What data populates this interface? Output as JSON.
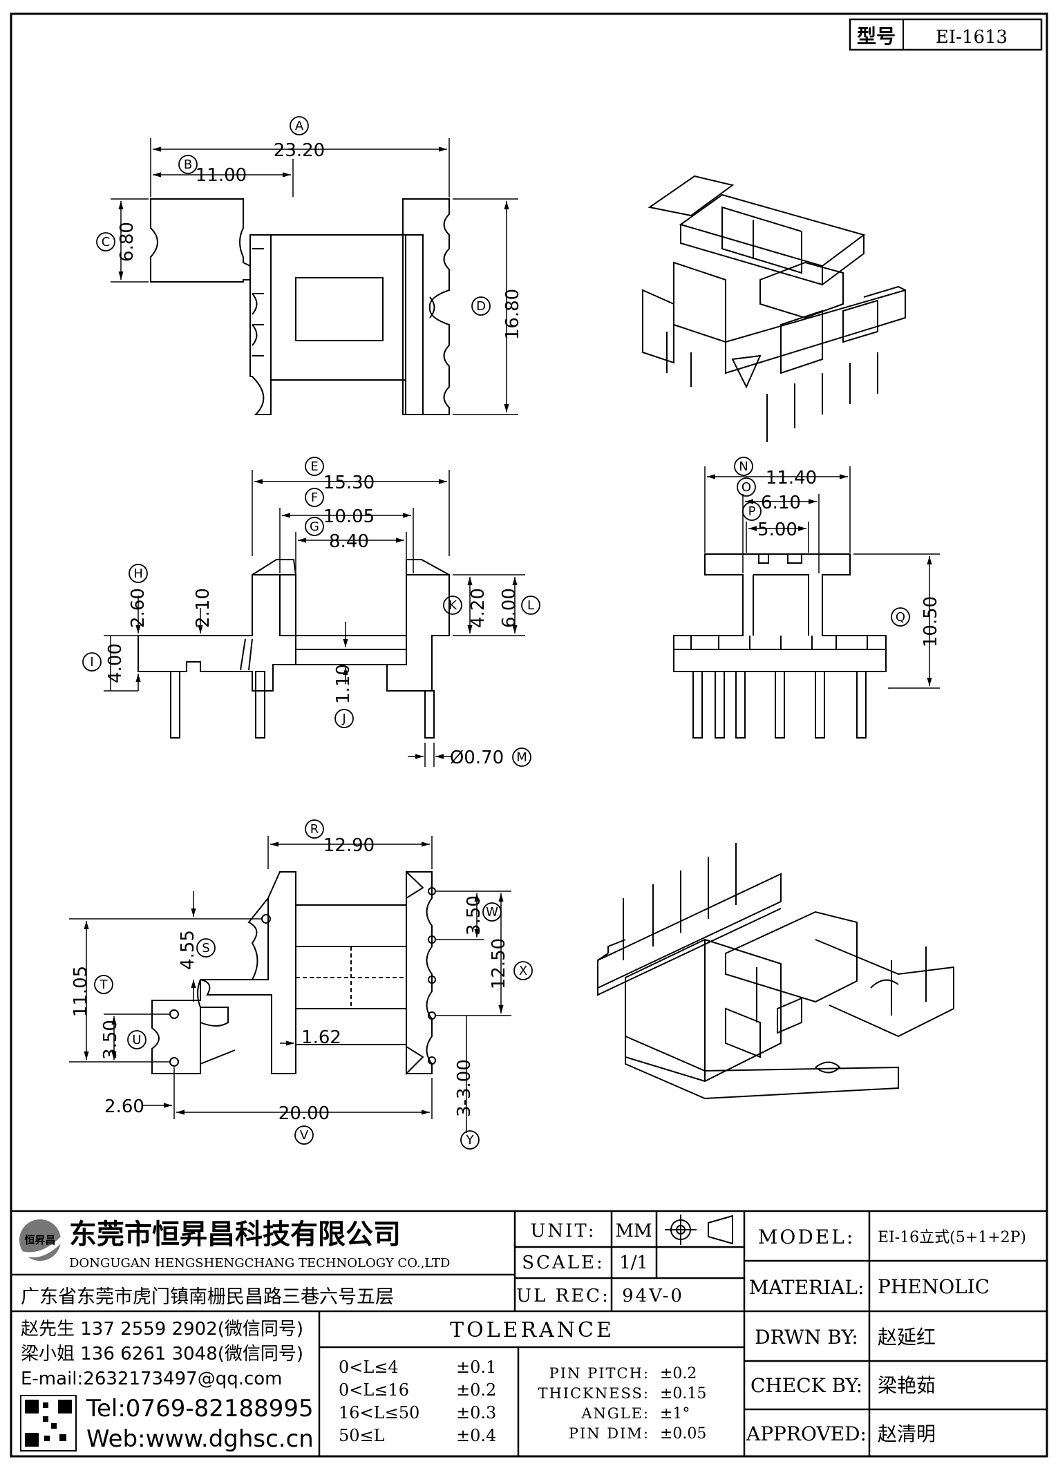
{
  "header": {
    "type_label": "型号",
    "type_value": "EI-1613"
  },
  "dims": {
    "A": "23.20",
    "B": "11.00",
    "C": "6.80",
    "D": "16.80",
    "E": "15.30",
    "F": "10.05",
    "G": "8.40",
    "H": "2.60",
    "h2": "2.10",
    "I": "4.00",
    "J": "1.10",
    "K": "4.20",
    "L": "6.00",
    "M": "Ø0.70",
    "N": "11.40",
    "O": "6.10",
    "P": "5.00",
    "Q": "10.50",
    "R": "12.90",
    "S": "4.55",
    "T": "11.05",
    "U": "3.50",
    "V": "20.00",
    "W": "3.50",
    "X": "12.50",
    "Y": "3-3.00",
    "t162": "1.62",
    "t260": "2.60"
  },
  "labels": [
    "A",
    "B",
    "C",
    "D",
    "E",
    "F",
    "G",
    "H",
    "I",
    "J",
    "K",
    "L",
    "M",
    "N",
    "O",
    "P",
    "Q",
    "R",
    "S",
    "T",
    "U",
    "V",
    "W",
    "X",
    "Y"
  ],
  "company": {
    "logo_text": "恒昇昌",
    "name_cn": "东莞市恒昇昌科技有限公司",
    "name_en": "DONGUGAN HENGSHENGCHANG TECHNOLOGY CO.,LTD",
    "address": "广东省东莞市虎门镇南栅民昌路三巷六号五层",
    "contact1": "赵先生 137 2559 2902(微信同号)",
    "contact2": "梁小姐 136 6261 3048(微信同号)",
    "email": "E-mail:2632173497@qq.com",
    "tel": "Tel:0769-82188995",
    "web": "Web:www.dghsc.cn"
  },
  "spec": {
    "unit_label": "UNIT:",
    "unit_value": "MM",
    "scale_label": "SCALE:",
    "scale_value": "1/1",
    "ulrec_label": "UL REC:",
    "ulrec_value": "94V-0",
    "tolerance_title": "TOLERANCE",
    "tol_rows": [
      {
        "range": "0<L≤4",
        "value": "±0.1"
      },
      {
        "range": "0<L≤16",
        "value": "±0.2"
      },
      {
        "range": "16<L≤50",
        "value": "±0.3"
      },
      {
        "range": "50≤L",
        "value": "±0.4"
      }
    ],
    "pin_rows": [
      {
        "label": "PIN PITCH:",
        "value": "±0.2"
      },
      {
        "label": "THICKNESS:",
        "value": "±0.15"
      },
      {
        "label": "ANGLE:",
        "value": "±1°"
      },
      {
        "label": "PIN DIM:",
        "value": "±0.05"
      }
    ]
  },
  "titleblock": {
    "model_label": "MODEL:",
    "model_value": "EI-16立式(5+1+2P)",
    "material_label": "MATERIAL:",
    "material_value": "PHENOLIC",
    "drwn_label": "DRWN BY:",
    "drwn_value": "赵延红",
    "check_label": "CHECK BY:",
    "check_value": "梁艳茹",
    "approved_label": "APPROVED:",
    "approved_value": "赵清明"
  }
}
